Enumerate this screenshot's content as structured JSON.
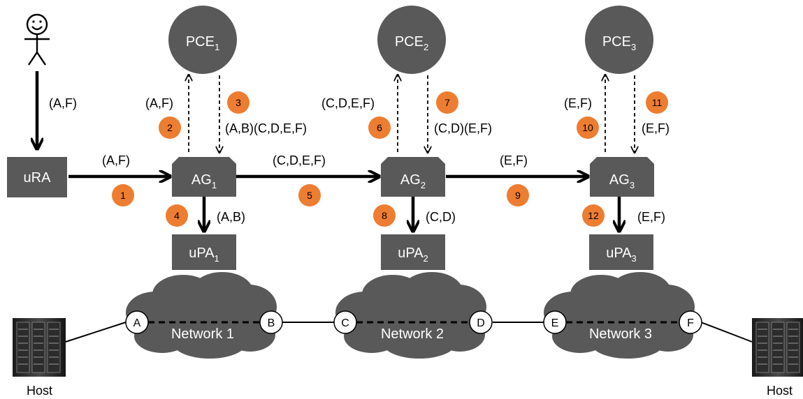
{
  "nodes": {
    "pce1": {
      "label": "PCE",
      "sub": "1"
    },
    "pce2": {
      "label": "PCE",
      "sub": "2"
    },
    "pce3": {
      "label": "PCE",
      "sub": "3"
    },
    "ura": {
      "label": "uRA"
    },
    "ag1": {
      "label": "AG",
      "sub": "1"
    },
    "ag2": {
      "label": "AG",
      "sub": "2"
    },
    "ag3": {
      "label": "AG",
      "sub": "3"
    },
    "upa1": {
      "label": "uPA",
      "sub": "1"
    },
    "upa2": {
      "label": "uPA",
      "sub": "2"
    },
    "upa3": {
      "label": "uPA",
      "sub": "3"
    }
  },
  "networks": [
    "Network 1",
    "Network 2",
    "Network 3"
  ],
  "ports": [
    "A",
    "B",
    "C",
    "D",
    "E",
    "F"
  ],
  "hosts": [
    "Host",
    "Host"
  ],
  "edge_labels": {
    "user_ura": "(A,F)",
    "ura_ag1": "(A,F)",
    "ag1_pce1": "(A,F)",
    "pce1_ag1": "(A,B)(C,D,E,F)",
    "ag1_upa1": "(A,B)",
    "ag1_ag2": "(C,D,E,F)",
    "ag2_pce2": "(C,D,E,F)",
    "pce2_ag2": "(C,D)(E,F)",
    "ag2_upa2": "(C,D)",
    "ag2_ag3": "(E,F)",
    "ag3_pce3": "(E,F)",
    "pce3_ag3": "(E,F)",
    "ag3_upa3": "(E,F)"
  },
  "steps": [
    "1",
    "2",
    "3",
    "4",
    "5",
    "6",
    "7",
    "8",
    "9",
    "10",
    "11",
    "12"
  ],
  "colors": {
    "node": "#595959",
    "step": "#ed7d31",
    "line": "#000000",
    "node_text": "#ffffff"
  }
}
